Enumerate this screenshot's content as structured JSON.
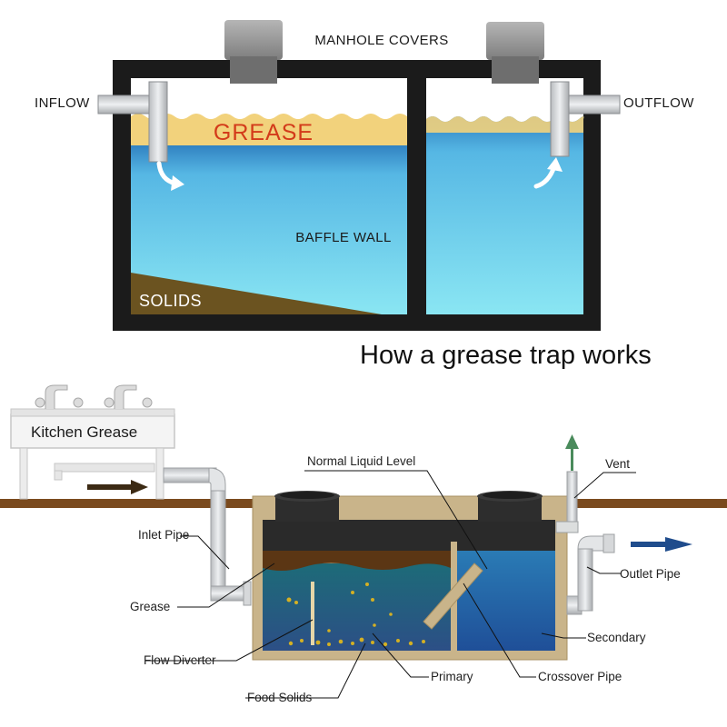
{
  "top_diagram": {
    "labels": {
      "manhole_covers": "MANHOLE COVERS",
      "inflow": "INFLOW",
      "outflow": "OUTFLOW",
      "grease": "GREASE",
      "baffle_wall": "BAFFLE WALL",
      "solids": "SOLIDS"
    },
    "title": "How a grease trap works"
  },
  "bottom_diagram": {
    "sink_label": "Kitchen Grease",
    "labels": {
      "normal_liquid_level": "Normal Liquid Level",
      "vent": "Vent",
      "inlet_pipe": "Inlet Pipe",
      "outlet_pipe": "Outlet Pipe",
      "grease": "Grease",
      "secondary": "Secondary",
      "flow_diverter": "Flow Diverter",
      "primary": "Primary",
      "crossover_pipe": "Crossover Pipe",
      "food_solids": "Food Solids"
    }
  },
  "colors": {
    "tank_frame": "#1b1b1b",
    "water_light": "#86e2f2",
    "water_dark": "#3b9fd0",
    "grease_layer": "#f2d27c",
    "grease_text": "#d33b1a",
    "solids": "#6b5320",
    "ground": "#7a4a1e",
    "arrow_dark": "#3c2a14",
    "arrow_blue": "#1f4c8c",
    "vent_arrow": "#4a8b5c"
  }
}
